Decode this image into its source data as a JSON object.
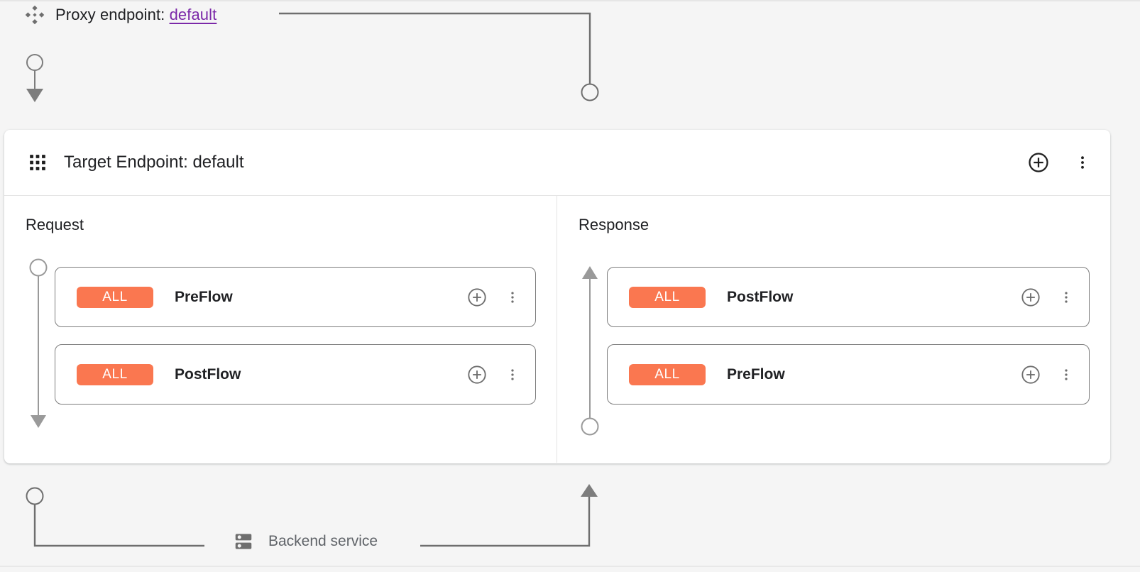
{
  "proxy": {
    "icon": "proxy-endpoint-icon",
    "label_prefix": "Proxy endpoint:",
    "endpoint_name": "default",
    "link_color": "#7b28a8"
  },
  "endpoint": {
    "icon": "grid-icon",
    "title": "Target Endpoint: default",
    "actions": {
      "add": "add-circle-icon",
      "menu": "more-vert-icon"
    }
  },
  "columns": [
    {
      "title": "Request",
      "direction": "down",
      "flows": [
        {
          "badge": "ALL",
          "name": "PreFlow",
          "add": "add-circle-icon",
          "menu": "more-vert-icon"
        },
        {
          "badge": "ALL",
          "name": "PostFlow",
          "add": "add-circle-icon",
          "menu": "more-vert-icon"
        }
      ]
    },
    {
      "title": "Response",
      "direction": "up",
      "flows": [
        {
          "badge": "ALL",
          "name": "PostFlow",
          "add": "add-circle-icon",
          "menu": "more-vert-icon"
        },
        {
          "badge": "ALL",
          "name": "PreFlow",
          "add": "add-circle-icon",
          "menu": "more-vert-icon"
        }
      ]
    }
  ],
  "backend": {
    "icon": "server-icon",
    "label": "Backend service"
  },
  "colors": {
    "badge_orange": "#fa7750",
    "wire_gray": "#6e6e6e",
    "canvas": "#f5f5f5",
    "card": "#ffffff",
    "card_border": "#7d7d7d",
    "text": "#202124",
    "muted_text": "#5f6368"
  }
}
